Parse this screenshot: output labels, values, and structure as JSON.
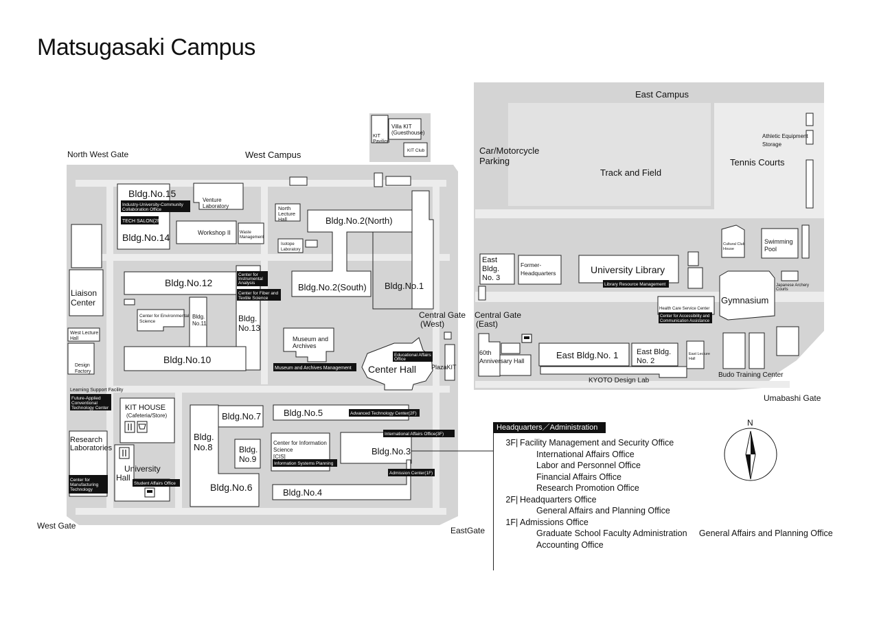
{
  "title": "Matsugasaki Campus",
  "areas": {
    "west_campus": "West Campus",
    "east_campus": "East Campus"
  },
  "gates": {
    "north_west": "North West Gate",
    "west": "West Gate",
    "east": "EastGate",
    "central_west_1": "Central Gate",
    "central_west_2": "(West)",
    "central_east_1": "Central Gate",
    "central_east_2": "(East)",
    "umabashi": "Umabashi Gate"
  },
  "buildings": {
    "bldg15": "Bldg.No.15",
    "bldg14": "Bldg.No.14",
    "bldg12": "Bldg.No.12",
    "bldg11_1": "Bldg.",
    "bldg11_2": "No.11",
    "bldg13_1": "Bldg.",
    "bldg13_2": "No.13",
    "bldg10": "Bldg.No.10",
    "bldg2n": "Bldg.No.2(North)",
    "bldg2s": "Bldg.No.2(South)",
    "bldg1": "Bldg.No.1",
    "bldg5": "Bldg.No.5",
    "bldg3": "Bldg.No.3",
    "bldg4": "Bldg.No.4",
    "bldg7": "Bldg.No.7",
    "bldg8_1": "Bldg.",
    "bldg8_2": "No.8",
    "bldg9_1": "Bldg.",
    "bldg9_2": "No.9",
    "bldg6": "Bldg.No.6",
    "venture_1": "Venture",
    "venture_2": "Laboratory",
    "workshop": "Workshop II",
    "waste_1": "Waste",
    "waste_2": "Management",
    "north_lecture_1": "North",
    "north_lecture_2": "Lecture",
    "north_lecture_3": "Hall",
    "isotope_1": "Isotope",
    "isotope_2": "Laboratory",
    "liaison_1": "Liaison",
    "liaison_2": "Center",
    "west_lecture_1": "West Lecture",
    "west_lecture_2": "Hall",
    "design_1": "Design",
    "design_2": "Factory",
    "learning_support": "Learning Support Facility",
    "kit_house_1": "KIT HOUSE",
    "kit_house_2": "(Cafeteria/Store)",
    "research_1": "Research",
    "research_2": "Laboratories",
    "university_hall_1": "University",
    "university_hall_2": "Hall",
    "center_env_1": "Center for Environmental",
    "center_env_2": "Science",
    "museum_1": "Museum and",
    "museum_2": "Archives",
    "center_hall": "Center Hall",
    "plazakit": "PlazaKIT",
    "cis_1": "Center for Information",
    "cis_2": "Science",
    "cis_3": "[CIS]",
    "kit_pavilion_1": "KIT",
    "kit_pavilion_2": "Pavilion",
    "villa_1": "Villa KIT",
    "villa_2": "(Guesthouse)",
    "kit_club": "KIT Club",
    "car_parking_1": "Car/Motorcycle",
    "car_parking_2": "Parking",
    "track": "Track and Field",
    "tennis": "Tennis Courts",
    "athletic_1": "Athletic Equipment",
    "athletic_2": "Storage",
    "east_bldg3_1": "East",
    "east_bldg3_2": "Bldg.",
    "east_bldg3_3": "No. 3",
    "former_hq_1": "Former-",
    "former_hq_2": "Headquarters",
    "library": "University Library",
    "cultural_1": "Cultural Club",
    "cultural_2": "House",
    "swimming_1": "Swimming",
    "swimming_2": "Pool",
    "japanese_archery_1": "Japanese Archery",
    "japanese_archery_2": "Courts",
    "gymnasium": "Gymnasium",
    "health_care": "Health Care Service Center",
    "anniversary_1": "60th",
    "anniversary_2": "Anniversary Hall",
    "east_bldg1": "East Bldg.No. 1",
    "east_bldg2_1": "East Bldg.",
    "east_bldg2_2": "No. 2",
    "east_lecture_1": "East Lecture",
    "east_lecture_2": "Hall",
    "kyoto_design": "KYOTO Design Lab",
    "budo": "Budo Training Center"
  },
  "tags": {
    "industry_1": "Industry-University-Community",
    "industry_2": "Collaboration Office",
    "tech_salon": "TECH SALON(2F)",
    "instrumental_1": "Center for",
    "instrumental_2": "Instrumental",
    "instrumental_3": "Analysis",
    "fiber_1": "Center for Fiber and",
    "fiber_2": "Textile Science",
    "future_1": "Future-Applied",
    "future_2": "Conventional",
    "future_3": "Technology Center",
    "manufacturing_1": "Center for",
    "manufacturing_2": "Manufacturing",
    "manufacturing_3": "Technology",
    "student_affairs": "Student Affairs Office",
    "museum_mgmt": "Museum and Archives Management",
    "edu_affairs_1": "Educational Affairs",
    "edu_affairs_2": "Office",
    "adv_tech": "Advanced Technology Center(2F)",
    "intl_affairs": "International  Affairs Office(3F)",
    "admission": "Admission Center(1F)",
    "info_systems": "Information Systems Planning",
    "library_resource": "Library Resource Management",
    "accessibility_1": "Center for Accessibility and",
    "accessibility_2": "Communication Assistance"
  },
  "compass": "N",
  "headquarters": {
    "header": "Headquarters／Administration",
    "rows": [
      {
        "floor": "3F",
        "text": "Facility Management and Security Office"
      },
      {
        "floor": "",
        "text": "International Affairs Office"
      },
      {
        "floor": "",
        "text": "Labor and Personnel Office"
      },
      {
        "floor": "",
        "text": "Financial Affairs Office"
      },
      {
        "floor": "",
        "text": "Research Promotion Office"
      },
      {
        "floor": "2F",
        "text": "Headquarters Office"
      },
      {
        "floor": "",
        "text": "General Affairs and Planning Office"
      },
      {
        "floor": "1F",
        "text": "Admissions Office"
      },
      {
        "floor": "",
        "text": "Graduate School Faculty Administration     General Affairs and Planning Office"
      },
      {
        "floor": "",
        "text": "Accounting Office"
      }
    ]
  }
}
